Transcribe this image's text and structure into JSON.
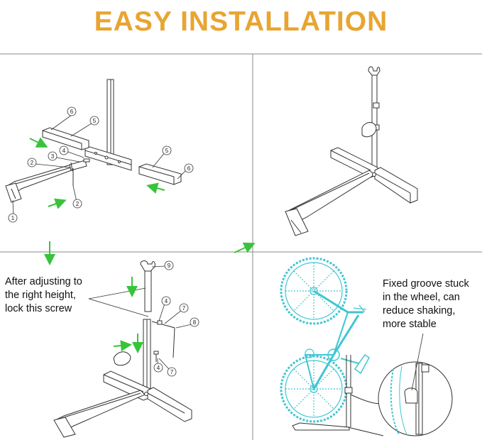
{
  "title": "EASY INSTALLATION",
  "colors": {
    "title": "#e8a531",
    "arrow": "#37c43a",
    "bike": "#3fc6d2",
    "line": "#333333"
  },
  "panels": {
    "step1": {
      "callouts": [
        "6",
        "5",
        "4",
        "3",
        "2",
        "2",
        "1",
        "5",
        "6"
      ]
    },
    "step2": {},
    "step3": {
      "note_lines": [
        "After adjusting to",
        "the right height,",
        "lock this screw"
      ],
      "callouts": [
        "9",
        "4",
        "7",
        "8",
        "4",
        "7"
      ]
    },
    "step4": {
      "note_lines": [
        "Fixed groove stuck",
        "in the wheel, can",
        "reduce shaking,",
        "more stable"
      ]
    }
  }
}
